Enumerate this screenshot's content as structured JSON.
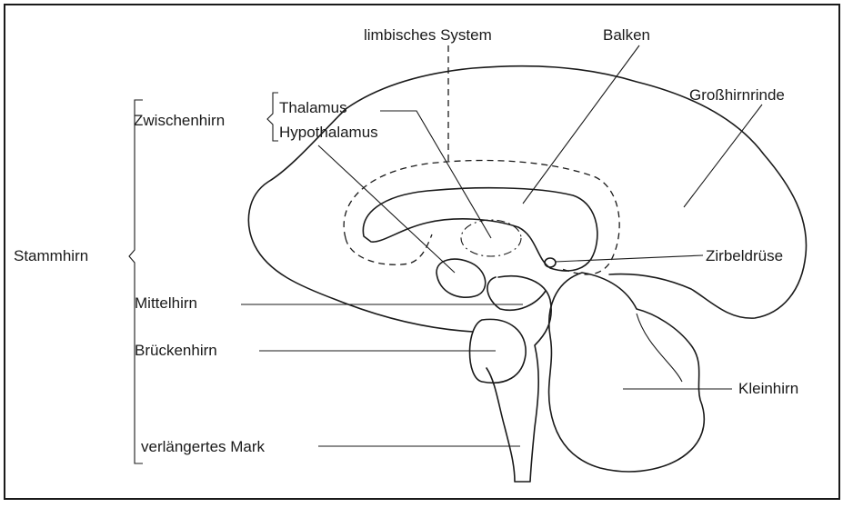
{
  "labels": {
    "limbisches_system": "limbisches System",
    "balken": "Balken",
    "grosshirnrinde": "Großhirnrinde",
    "zwischenhirn": "Zwischenhirn",
    "thalamus": "Thalamus",
    "hypothalamus": "Hypothalamus",
    "stammhirn": "Stammhirn",
    "zirbeldruese": "Zirbeldrüse",
    "mittelhirn": "Mittelhirn",
    "brueckenhirn": "Brückenhirn",
    "kleinhirn": "Kleinhirn",
    "verlaengertes_mark": "verlängertes Mark"
  }
}
